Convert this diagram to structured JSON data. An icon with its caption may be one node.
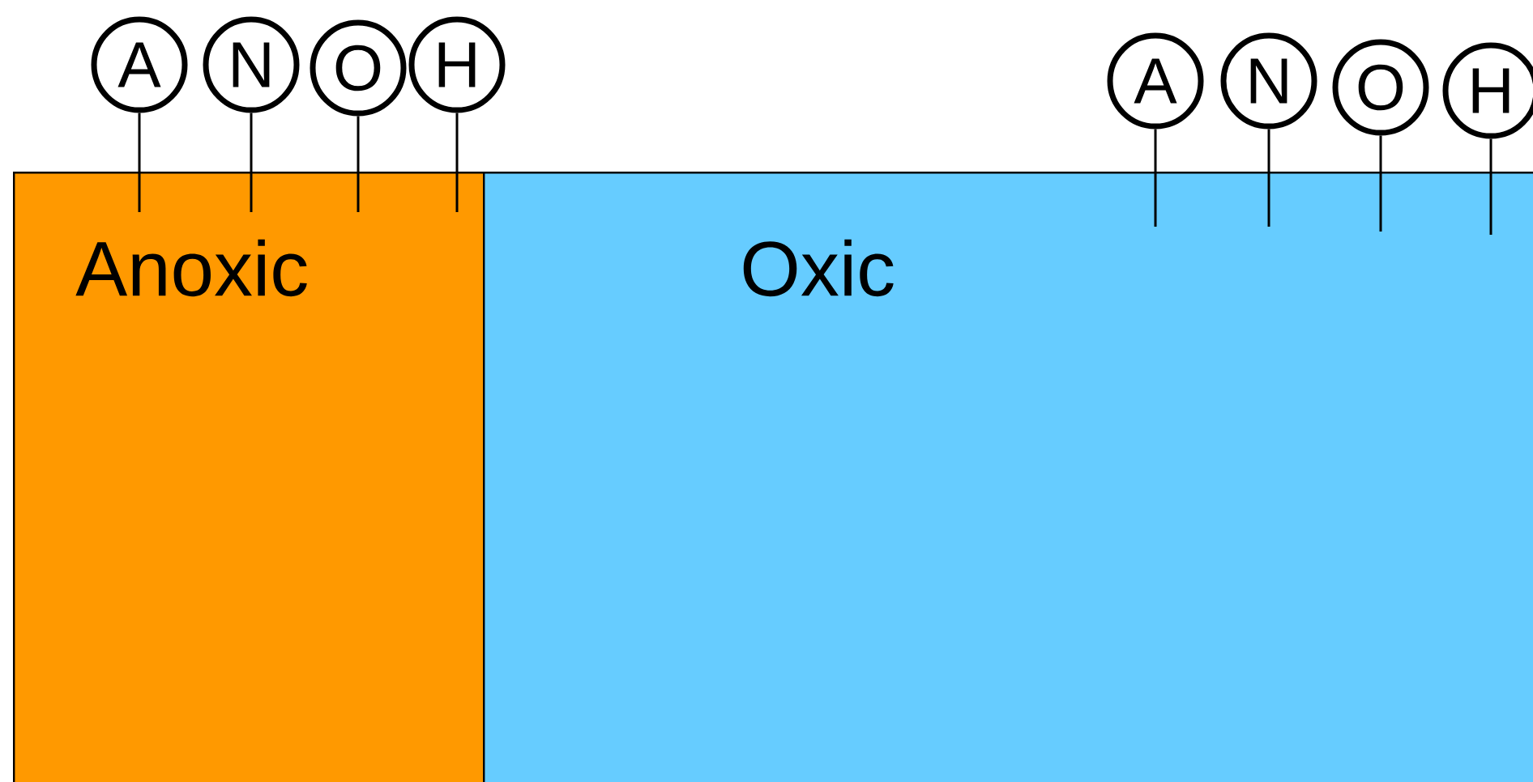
{
  "diagram": {
    "nodes": [
      {
        "text": [
          "Anoxic"
        ]
      },
      {
        "text": [
          "Oxic"
        ]
      },
      {
        "text": [
          "A"
        ]
      },
      {
        "text": [
          "N"
        ]
      },
      {
        "text": [
          "O"
        ]
      },
      {
        "text": [
          "H"
        ]
      },
      {
        "text": [
          "A"
        ]
      },
      {
        "text": [
          "N"
        ]
      },
      {
        "text": [
          "O"
        ]
      },
      {
        "text": [
          "H"
        ]
      }
    ],
    "edges": [
      {
        "from": 2,
        "to": 0,
        "arrow": "none"
      },
      {
        "from": 3,
        "to": 0,
        "arrow": "none"
      },
      {
        "from": 4,
        "to": 0,
        "arrow": "none"
      },
      {
        "from": 5,
        "to": 0,
        "arrow": "none"
      },
      {
        "from": 6,
        "to": 1,
        "arrow": "none"
      },
      {
        "from": 7,
        "to": 1,
        "arrow": "none"
      },
      {
        "from": 8,
        "to": 1,
        "arrow": "none"
      },
      {
        "from": 9,
        "to": 1,
        "arrow": "none"
      }
    ]
  }
}
